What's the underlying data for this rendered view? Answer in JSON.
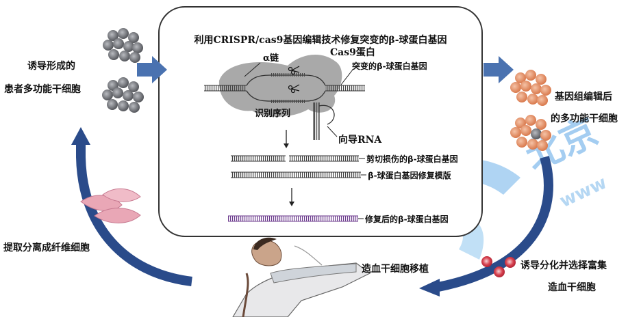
{
  "box_title": "利用CRISPR/cas9基因编辑技术修复突变的β-球蛋白基因",
  "labels": {
    "alpha_chain": "α链",
    "cas9_protein": "Cas9蛋白",
    "mutant_gene": "突变的β-球蛋白基因",
    "recognition_seq": "识别序列",
    "guide_rna": "向导RNA",
    "cut_gene": "剪切损伤的β-球蛋白基因",
    "repair_template": "β-球蛋白基因修复模版",
    "repaired_gene": "修复后的β-球蛋白基因"
  },
  "cycle": {
    "induced_stem_cells_l1": "诱导形成的",
    "induced_stem_cells_l2": "患者多功能干细胞",
    "edited_stem_cells_l1": "基因组编辑后",
    "edited_stem_cells_l2": "的多功能干细胞",
    "extract_fibroblasts": "提取分离成纤维细胞",
    "transplant": "造血干细胞移植",
    "induce_diff_l1": "诱导分化并选择富集",
    "induce_diff_l2": "造血干细胞"
  },
  "watermark": {
    "text": "北京",
    "url_fragment": "www"
  },
  "colors": {
    "blue_arrow": "#4a72b0",
    "dark_arrow": "#223f78",
    "cas9_gray": "#9a9a9a",
    "stem_cell_gray": "#7f8085",
    "edited_cell_orange": "#e59a72",
    "fibroblast_pink": "#e9a7b6",
    "rbc_red": "#c8283c",
    "repaired_dna_purple": "#6c3b8e",
    "watermark_blue": "#5aa6e6"
  }
}
